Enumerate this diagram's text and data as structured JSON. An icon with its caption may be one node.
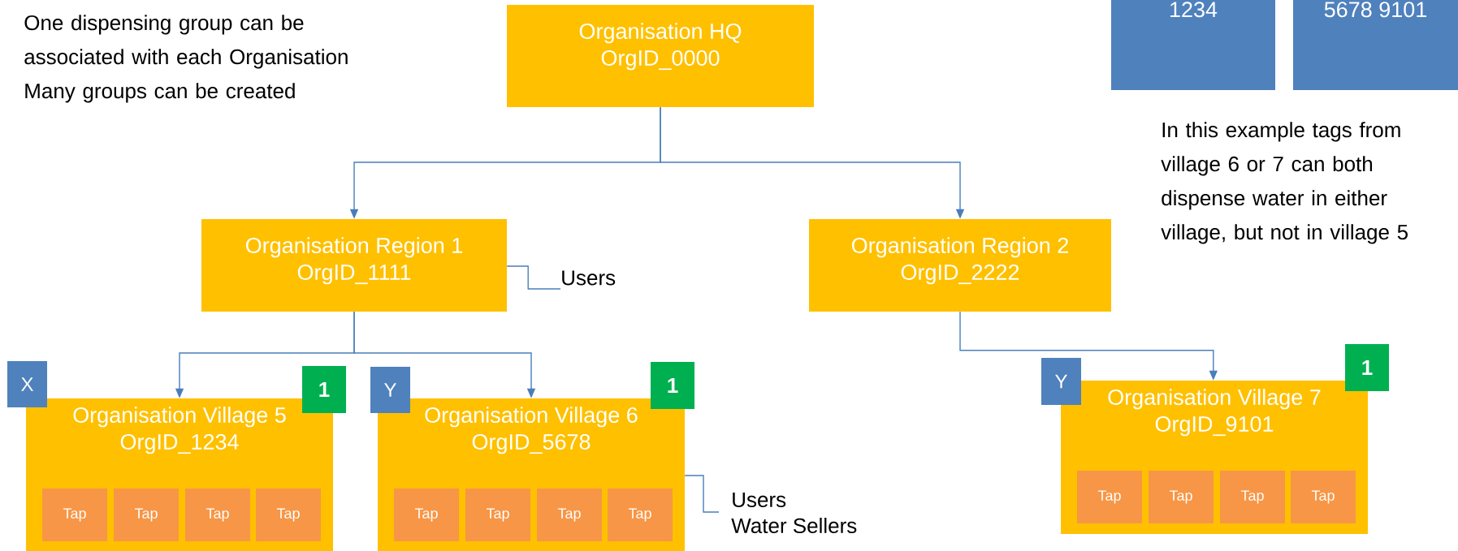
{
  "diagram": {
    "nodes": [
      {
        "text": [
          "Organisation HQ",
          "OrgID_0000"
        ]
      },
      {
        "text": [
          "1234"
        ]
      },
      {
        "text": [
          "5678 9101"
        ]
      },
      {
        "text": [
          "Organisation Region 1",
          "OrgID_1111"
        ]
      },
      {
        "text": [
          "Users"
        ]
      },
      {
        "text": [
          "Organisation Region 2",
          "OrgID_2222"
        ]
      },
      {
        "text": [
          "Organisation Village 5",
          "OrgID_1234"
        ]
      },
      {
        "text": [
          "X"
        ]
      },
      {
        "text": [
          "1"
        ]
      },
      {
        "text": [
          "Tap"
        ],
        "in": 6
      },
      {
        "text": [
          "Tap"
        ],
        "in": 6
      },
      {
        "text": [
          "Tap"
        ],
        "in": 6
      },
      {
        "text": [
          "Tap"
        ],
        "in": 6
      },
      {
        "text": [
          "Organisation Village 6",
          "OrgID_5678"
        ]
      },
      {
        "text": [
          "Y"
        ]
      },
      {
        "text": [
          "1"
        ]
      },
      {
        "text": [
          "Tap"
        ],
        "in": 13
      },
      {
        "text": [
          "Tap"
        ],
        "in": 13
      },
      {
        "text": [
          "Tap"
        ],
        "in": 13
      },
      {
        "text": [
          "Tap"
        ],
        "in": 13
      },
      {
        "text": [
          "Users",
          "Water Sellers"
        ]
      },
      {
        "text": [
          "Organisation Village 7",
          "OrgID_9101"
        ]
      },
      {
        "text": [
          "Y"
        ]
      },
      {
        "text": [
          "1"
        ]
      },
      {
        "text": [
          "Tap"
        ],
        "in": 21
      },
      {
        "text": [
          "Tap"
        ],
        "in": 21
      },
      {
        "text": [
          "Tap"
        ],
        "in": 21
      },
      {
        "text": [
          "Tap"
        ],
        "in": 21
      }
    ],
    "edges": [
      {
        "from": 0,
        "to": 3,
        "arrow": "to"
      },
      {
        "from": 0,
        "to": 5,
        "arrow": "to"
      },
      {
        "from": 3,
        "to": 6,
        "arrow": "to"
      },
      {
        "from": 3,
        "to": 13,
        "arrow": "to"
      },
      {
        "from": 5,
        "to": 21,
        "arrow": "to"
      },
      {
        "from": 3,
        "to": 4,
        "arrow": "none"
      },
      {
        "from": 13,
        "to": 20,
        "arrow": "none"
      }
    ],
    "labels": [
      "One dispensing group can be associated with each Organisation",
      "Many groups can be created",
      "In this example tags from village 6 or 7 can both dispense water in either village, but not in village 5"
    ]
  }
}
